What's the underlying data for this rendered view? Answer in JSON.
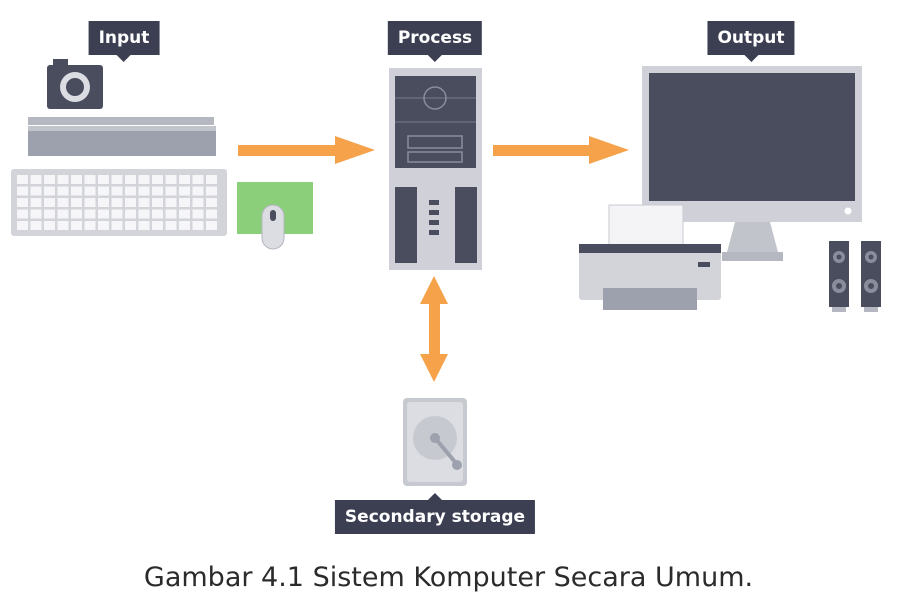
{
  "labels": {
    "input": "Input",
    "process": "Process",
    "output": "Output",
    "storage": "Secondary storage"
  },
  "caption": "Gambar 4.1 Sistem Komputer Secara Umum.",
  "icons": [
    "camera-icon",
    "scanner-icon",
    "keyboard-icon",
    "mouse-icon",
    "computer-tower-icon",
    "monitor-icon",
    "printer-icon",
    "speakers-icon",
    "hard-disk-icon"
  ],
  "colors": {
    "arrow": "#f5a24a",
    "label_bg": "#3c3f52",
    "device_light": "#dcdde3",
    "device_dark": "#4a4d5e",
    "mouse_pad": "#8ccf7a"
  }
}
